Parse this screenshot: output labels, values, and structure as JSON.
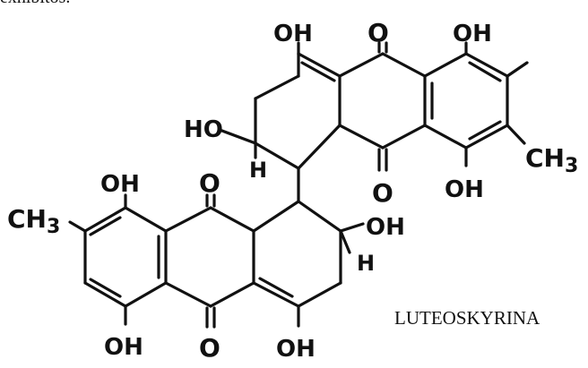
{
  "header": {
    "fragment_text": "exhibitos."
  },
  "molecule": {
    "name": "LUTEOSKYRINA",
    "labels": {
      "oh": "OH",
      "oh_cut": "OH",
      "ho": "HO",
      "h": "H",
      "o": "O",
      "ch3": "CH3",
      "ch_part": "CH",
      "three": "3"
    }
  }
}
